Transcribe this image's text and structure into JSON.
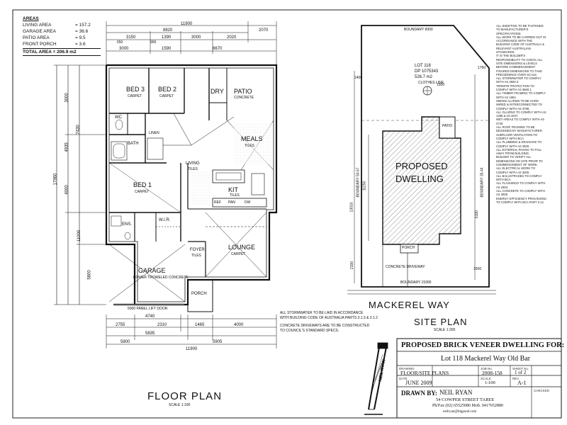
{
  "areas": {
    "heading": "AREAS",
    "rows": [
      {
        "label": "LIVING AREA",
        "value": "= 157.2"
      },
      {
        "label": "GARAGE AREA",
        "value": "= 36.6"
      },
      {
        "label": "PATIO AREA",
        "value": "= 9.5"
      },
      {
        "label": "FRONT PORCH",
        "value": "= 3.6"
      }
    ],
    "total": "TOTAL AREA = 206.9 m2"
  },
  "floor_plan": {
    "title": "FLOOR PLAN",
    "scale": "SCALE 1:100",
    "rooms": {
      "bed3": "BED 3",
      "bed3_floor": "CARPET",
      "bed2": "BED 2",
      "bed2_floor": "CARPET",
      "dry": "DRY",
      "patio": "PATIO",
      "patio_floor": "CONCRETE",
      "wc": "WC",
      "bath": "BATH",
      "meals": "MEALS",
      "meals_floor": "TILES",
      "living": "LIVING",
      "living_floor": "TILES",
      "kit": "KIT",
      "kit_floor": "TILES",
      "bed1": "BED 1",
      "bed1_floor": "CARPET",
      "ens": "ENS.",
      "wir": "W.I.R.",
      "foyer": "FOYER",
      "foyer_floor": "TILES",
      "lounge": "LOUNGE",
      "lounge_floor": "CARPET",
      "garage": "GARAGE",
      "garage_floor": "POWER TROWELED CONCRETE",
      "porch": "PORCH",
      "linen": "LINEN",
      "pantry": "PAN",
      "fridge": "REF",
      "dw": "DW"
    },
    "dims_top": [
      "11900",
      "8820",
      "2070",
      "3150",
      "1390",
      "3000",
      "2020",
      "3000",
      "1590",
      "6670",
      "650",
      "900"
    ],
    "dims_bottom": [
      "4740",
      "2755",
      "2310",
      "1465",
      "4000",
      "5835",
      "5800",
      "5905",
      "11900"
    ],
    "dims_left": [
      "17960",
      "3000",
      "4935",
      "4000",
      "7430",
      "11000",
      "5800"
    ],
    "garage_door": "5000 PANEL LIFT DOOR",
    "notes": [
      "ALL STORMWATER TO BE LAID IN ACCORDANCE",
      "WITH BUILDING CODE OF AUSTRALIA PARTS 3.1.3 & 3.1.2",
      "CONCRETE DRIVEWAYS ARE TO BE CONSTRUCTED",
      "TO COUNCIL'S STANDARD SPECS."
    ]
  },
  "site_plan": {
    "title": "SITE PLAN",
    "scale": "SCALE 1:200",
    "street": "MACKEREL WAY",
    "lot_number": "LOT 118",
    "dp": "DP 1075343",
    "lot_area": "526.7 m2",
    "dwelling_label_1": "PROPOSED",
    "dwelling_label_2": "DWELLING",
    "boundary_top": "BOUNDARY 8900",
    "boundary_bottom": "BOUNDARY 15300",
    "boundary_left": "BOUNDARY 50.67",
    "boundary_right": "BOUNDARY 35.44",
    "clothes_line": "CLOTHES LINE",
    "patio": "PATIO",
    "porch": "PORCH",
    "driveway": "CONCRETE DRIVEWAY",
    "dims": [
      "1400",
      "1760",
      "1500",
      "13010",
      "11250",
      "6100",
      "1500",
      "2100"
    ]
  },
  "spec_notes": [
    "ALL SHEETING TO BE FASTENED TO MANUFACTURER'S SPECIFICATIONS.",
    "ALL WORK TO BE CARRIED OUT IN ACCORDANCE WITH THE BUILDING CODE OF AUSTRALIA & RELEVANT AUSTRALIAN STANDARDS.",
    "IT IS THE BUILDER'S RESPONSIBILITY TO CHECK ALL SITE DIMENSIONS & LEVELS BEFORE COMMENCEMENT.",
    "FIGURED DIMENSIONS TO TAKE PRECEDENCE OVER SCALE.",
    "ALL STORMWATER TO COMPLY WITH AS 3500.3.",
    "TERMITE PROTECTION TO COMPLY WITH AS 3660.1.",
    "ALL TIMBER FRAMING TO COMPLY WITH AS 1684.",
    "SMOKE ALARMS TO BE HARD WIRED & INTERCONNECTED TO COMPLY WITH AS 3786.",
    "ALL GLAZING TO COMPLY WITH AS 1288 & AS 2047.",
    "WET AREAS TO COMPLY WITH AS 3740.",
    "ALL ROOF FRAMING TO BE DESIGNED BY MANUFACTURER.",
    "SUBFLOOR VENTILATION TO COMPLY WITH BCA.",
    "ALL PLUMBING & DRAINAGE TO COMPLY WITH AS 3500.",
    "ALL EXTERNAL PAVING TO FALL AWAY FROM BUILDING.",
    "BUILDER TO VERIFY ALL DIMENSIONS ON SITE PRIOR TO COMMENCEMENT OF WORK.",
    "ALL ELECTRICAL WORK TO COMPLY WITH AS 3000.",
    "ALL BALUSTRADES TO COMPLY WITH BCA.",
    "ALL FLASHINGS TO COMPLY WITH AS 2904.",
    "ALL CONCRETE TO COMPLY WITH AS 3600.",
    "ENERGY EFFICIENCY PROVISIONS TO COMPLY WITH BCA PART 3.12."
  ],
  "title_block": {
    "project_title": "PROPOSED BRICK VENEER DWELLING FOR:",
    "site": "Lot 118 Mackerel Way Old Bar",
    "drawing_label": "DRAWING",
    "drawing": "FLOOR/SITE PLANS",
    "job_label": "JOB No.",
    "job": "2008-158",
    "sheet_label": "SHEET No.",
    "sheet": "1 of 2",
    "date_label": "DATE",
    "date": "JUNE 2009",
    "scale_label": "SCALE",
    "scale": "1:100",
    "rev_label": "REV",
    "rev": "A-1",
    "drawn_by_label": "DRAWN BY:",
    "drawn_by": "NEIL RYAN",
    "address": "54 COWPER STREET TAREE",
    "phone": "Ph/Fax (02) 65525086 Mob. 0417652880",
    "email": "neilryan@bigpond.com",
    "checked_label": "CHECKED",
    "logo_text": "NEIL RYAN"
  }
}
